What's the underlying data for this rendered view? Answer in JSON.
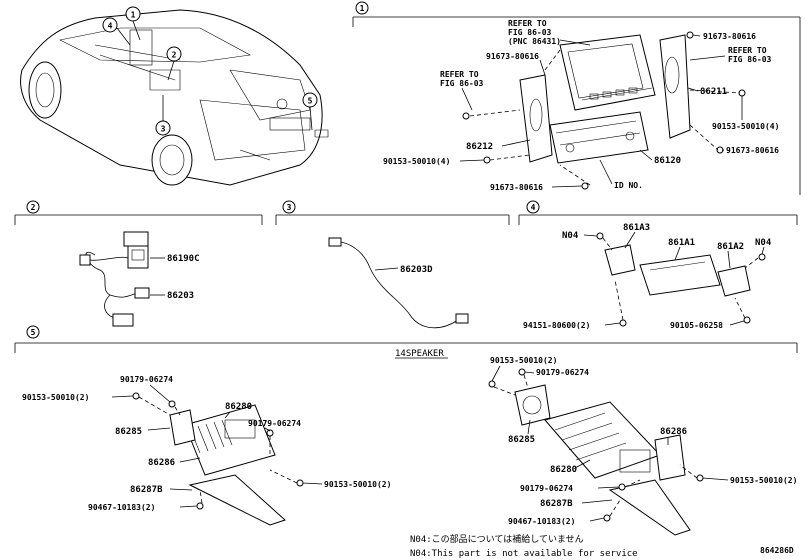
{
  "diagram_id": "864286D",
  "sections": {
    "s1": {
      "num": "1"
    },
    "s2": {
      "num": "2"
    },
    "s3": {
      "num": "3"
    },
    "s4": {
      "num": "4"
    },
    "s5": {
      "num": "5",
      "subtitle": "14SPEAKER"
    }
  },
  "car_callouts": [
    "1",
    "2",
    "3",
    "4",
    "5"
  ],
  "s1_labels": {
    "ref_a1": "REFER TO",
    "ref_a2": "FIG 86-03",
    "ref_a3": "(PNC 86431)",
    "ref_b1": "REFER TO",
    "ref_b2": "FIG 86-03",
    "ref_c1": "REFER TO",
    "ref_c2": "FIG 86-03",
    "p_91673_80616_a": "91673-80616",
    "p_91673_80616_b": "91673-80616",
    "p_91673_80616_c": "91673-80616",
    "p_91673_80616_d": "91673-80616",
    "p_86211": "86211",
    "p_86212": "86212",
    "p_86120": "86120",
    "p_90153_a": "90153-50010(4)",
    "p_90153_b": "90153-50010(4)",
    "id_no": "ID NO."
  },
  "s2_labels": {
    "p_86190c": "86190C",
    "p_86203": "86203"
  },
  "s3_labels": {
    "p_86203d": "86203D"
  },
  "s4_labels": {
    "n04_a": "N04",
    "n04_b": "N04",
    "p_861a3": "861A3",
    "p_861a1": "861A1",
    "p_861a2": "861A2",
    "p_94151": "94151-80600(2)",
    "p_90105": "90105-06258"
  },
  "s5_left": {
    "p_90179_a": "90179-06274",
    "p_90153_a": "90153-50010(2)",
    "p_86280": "86280",
    "p_86285": "86285",
    "p_90179_b": "90179-06274",
    "p_86286": "86286",
    "p_90153_b": "90153-50010(2)",
    "p_86287b": "86287B",
    "p_90467": "90467-10183(2)"
  },
  "s5_right": {
    "p_90153_a": "90153-50010(2)",
    "p_90179_a": "90179-06274",
    "p_86285": "86285",
    "p_86286": "86286",
    "p_86280": "86280",
    "p_90153_b": "90153-50010(2)",
    "p_90179_b": "90179-06274",
    "p_86287b": "86287B",
    "p_90467": "90467-10183(2)"
  },
  "notes": {
    "jp": "N04:この部品については補給していません",
    "en": "N04:This part is not available for service"
  }
}
